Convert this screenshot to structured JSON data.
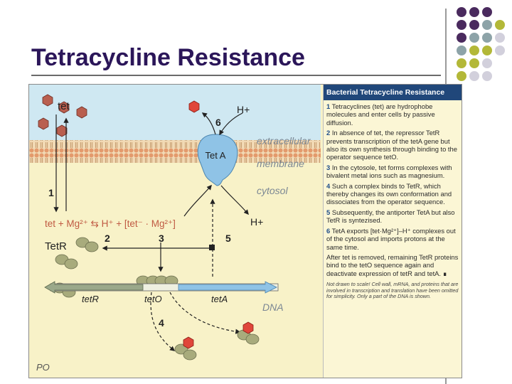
{
  "slide": {
    "title": "Tetracycline Resistance"
  },
  "diagram": {
    "tet": "tet",
    "h_plus": "H+",
    "step_numbers": [
      "1",
      "2",
      "3",
      "4",
      "5",
      "6"
    ],
    "tetA_protein": "Tet A",
    "extracellular": "extracellular",
    "membrane": "membrane",
    "cytosol": "cytosol",
    "equation": "tet + Mg²⁺ ⇆ H⁺ + [tet⁻ · Mg²⁺]",
    "tetR_protein": "TetR",
    "gene_tetR": "tetR",
    "gene_tetO": "tetO",
    "gene_tetA": "tetA",
    "dna": "DNA",
    "signature": "PO"
  },
  "panel": {
    "title": "Bacterial Tetracycline Resistance",
    "steps": [
      {
        "num": "1",
        "text": "Tetracyclines (tet) are hydrophobe molecules and enter cells by passive diffusion."
      },
      {
        "num": "2",
        "text": "In absence of tet, the repressor TetR prevents transcription of the tetA gene but also its own synthesis through binding to the operator sequence tetO."
      },
      {
        "num": "3",
        "text": "In the cytosole, tet forms complexes with bivalent metal ions such as magnesium."
      },
      {
        "num": "4",
        "text": "Such a complex binds to TetR, which thereby changes its own conformation and dissociates from the operator sequence."
      },
      {
        "num": "5",
        "text": "Subsequently, the antiporter TetA but also TetR is syntezised."
      },
      {
        "num": "6",
        "text": "TetA exports [tet·Mg²⁺]–H⁺ complexes out of the cytosol and imports protons at the same time."
      }
    ],
    "after": "After tet is removed, remaining TetR proteins bind to the tetO sequence again and deactivate expression of tetR and tetA. ∎",
    "footnote": "Not drawn to scale! Cell wall, mRNA, and proteins that are involved in transcription and translation have been omitted for simplicity. Only a part of the DNA is shown."
  },
  "colors": {
    "title": "#2b1659",
    "extracellular": "#cfe8f2",
    "cytosol": "#f8f2c8",
    "membrane": "#e6b98e",
    "tetA": "#8fc3e6",
    "tetR": "#a8ab7c",
    "tet_molecule": "#b95f4f",
    "tet_complex": "#e0463a",
    "dna_tetR": "#9aa88a",
    "dna_tetA": "#8fc3e6",
    "panel_header": "#20477a",
    "equation": "#c05a43"
  }
}
